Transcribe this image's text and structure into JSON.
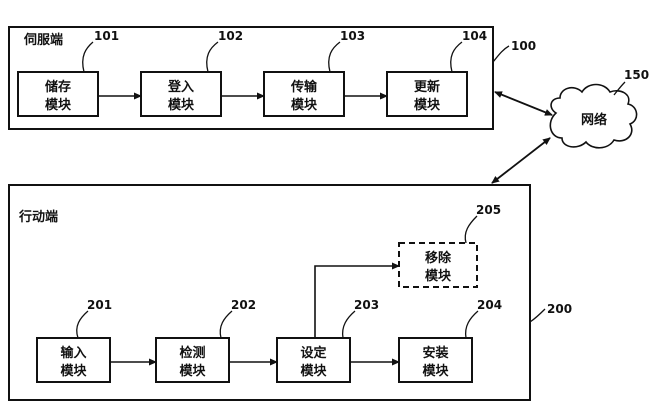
{
  "server": {
    "title": "伺服端",
    "ref": "100",
    "modules": [
      {
        "ref": "101",
        "line1": "储存",
        "line2": "模块"
      },
      {
        "ref": "102",
        "line1": "登入",
        "line2": "模块"
      },
      {
        "ref": "103",
        "line1": "传输",
        "line2": "模块"
      },
      {
        "ref": "104",
        "line1": "更新",
        "line2": "模块"
      }
    ]
  },
  "network": {
    "label": "网络",
    "ref": "150"
  },
  "mobile": {
    "title": "行动端",
    "ref": "200",
    "modules": [
      {
        "ref": "201",
        "line1": "输入",
        "line2": "模块"
      },
      {
        "ref": "202",
        "line1": "检测",
        "line2": "模块"
      },
      {
        "ref": "203",
        "line1": "设定",
        "line2": "模块"
      },
      {
        "ref": "204",
        "line1": "安装",
        "line2": "模块"
      }
    ],
    "remove_module": {
      "ref": "205",
      "line1": "移除",
      "line2": "模块"
    }
  }
}
